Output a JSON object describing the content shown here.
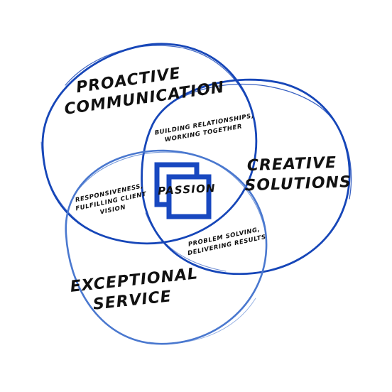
{
  "diagram": {
    "circles": {
      "proactive": [
        "Proactive",
        "Communication"
      ],
      "creative": [
        "Creative",
        "Solutions"
      ],
      "service": [
        "Exceptional",
        "Service"
      ]
    },
    "overlaps": {
      "proactive_creative": [
        "Building Relationships,",
        "Working Together"
      ],
      "proactive_service": [
        "Responsiveness,",
        "Fulfilling Client",
        "Vision"
      ],
      "creative_service": [
        "Problem Solving,",
        "Delivering Results"
      ]
    },
    "center": "Passion",
    "colors": {
      "stroke_dark": "#1646b8",
      "stroke_light": "#4a78cf",
      "text": "#111111",
      "logo": "#1848c0"
    }
  }
}
